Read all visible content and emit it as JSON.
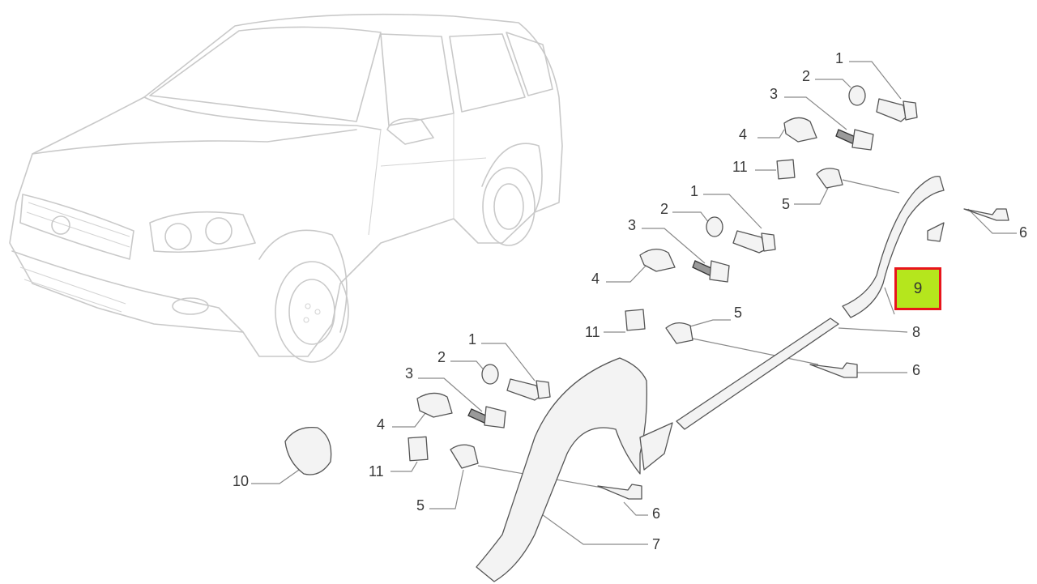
{
  "diagram": {
    "highlighted_label": "9",
    "labels": {
      "a1": "1",
      "a2": "2",
      "a3": "3",
      "a4": "4",
      "a11": "11",
      "a5": "5",
      "a6": "6",
      "b1": "1",
      "b2": "2",
      "b3": "3",
      "b4": "4",
      "b11": "11",
      "b5": "5",
      "b6": "6",
      "b8": "8",
      "c1": "1",
      "c2": "2",
      "c3": "3",
      "c4": "4",
      "c11": "11",
      "c5": "5",
      "c6": "6",
      "c7": "7",
      "d10": "10"
    },
    "colors": {
      "highlight_fill": "#b5e61d",
      "highlight_border": "#e8151b"
    }
  }
}
